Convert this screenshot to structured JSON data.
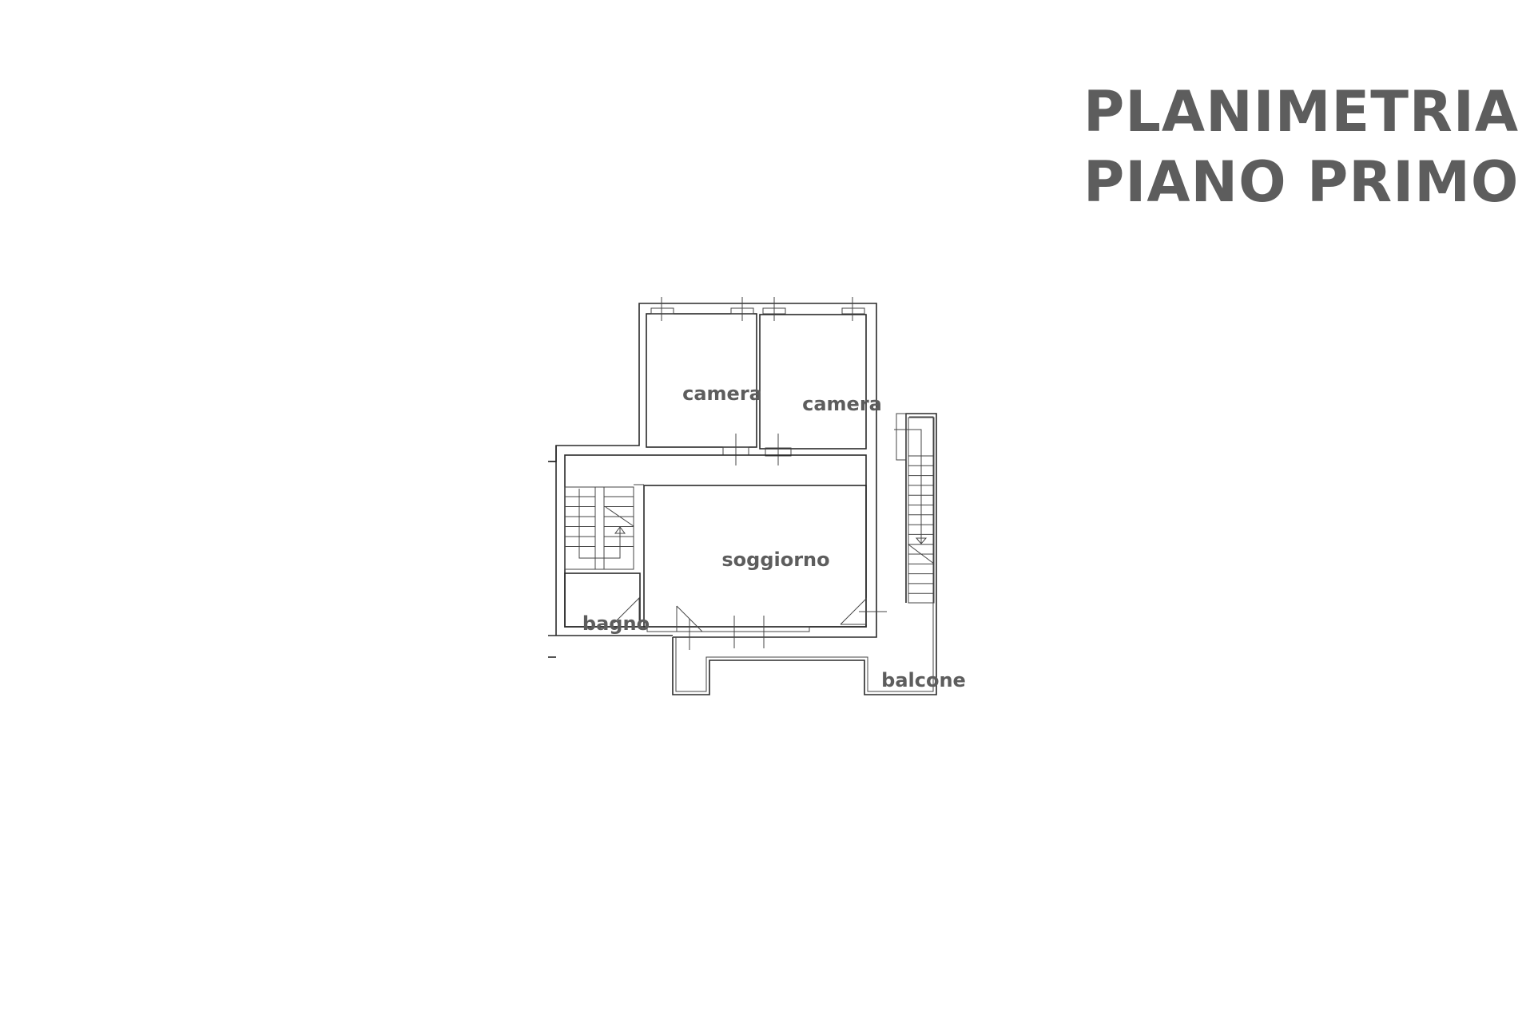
{
  "title": {
    "line1": "PLANIMETRIA",
    "line2": "PIANO PRIMO"
  },
  "rooms": {
    "camera_1": "camera",
    "camera_2": "camera",
    "soggiorno": "soggiorno",
    "bagno": "bagno",
    "balcone": "balcone"
  },
  "colors": {
    "text": "#5d5d5d",
    "lines": "#2a2a2a"
  }
}
